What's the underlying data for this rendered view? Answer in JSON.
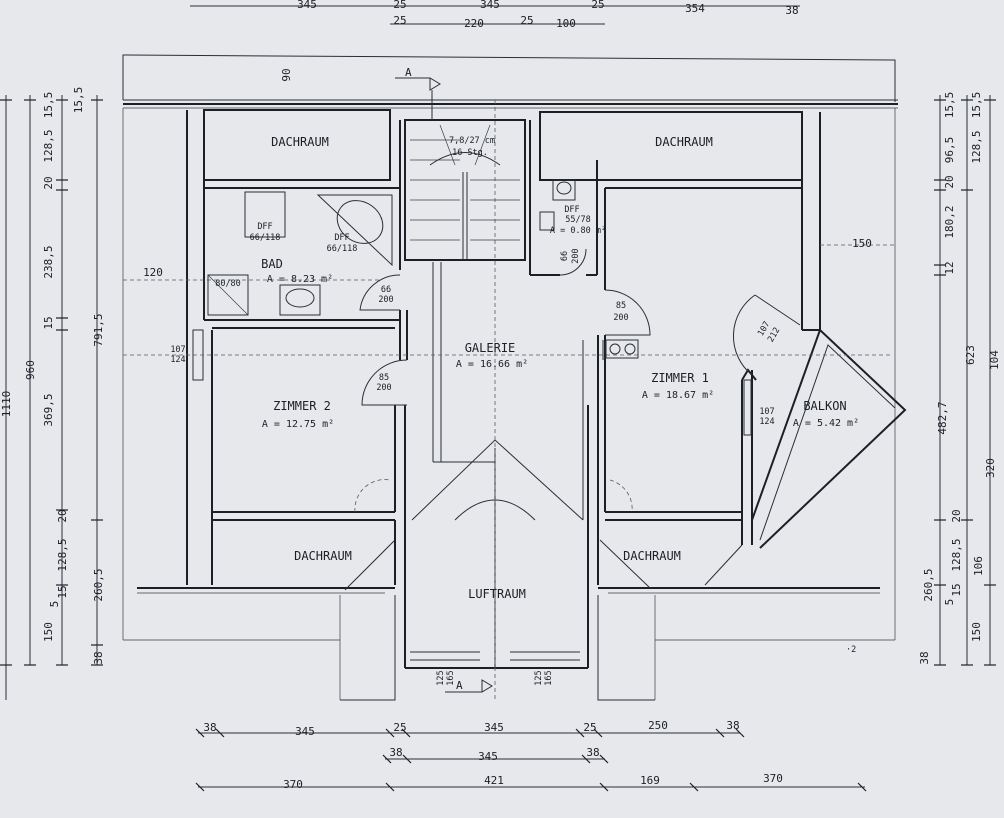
{
  "rooms": {
    "dachraum_top_left": {
      "name": "DACHRAUM"
    },
    "dachraum_top_right": {
      "name": "DACHRAUM"
    },
    "dachraum_bottom_left": {
      "name": "DACHRAUM"
    },
    "dachraum_bottom_right": {
      "name": "DACHRAUM"
    },
    "bad": {
      "name": "BAD",
      "area": "A = 8.23 m²"
    },
    "galerie": {
      "name": "GALERIE",
      "area": "A = 16.66 m²"
    },
    "zimmer1": {
      "name": "ZIMMER 1",
      "area": "A = 18.67 m²"
    },
    "zimmer2": {
      "name": "ZIMMER 2",
      "area": "A = 12.75 m²"
    },
    "balkon": {
      "name": "BALKON",
      "area": "A = 5.42 m²"
    },
    "luftraum": {
      "name": "LUFTRAUM"
    }
  },
  "stairs": {
    "rise": "7,8/27 cm",
    "steps": "16 Stg."
  },
  "section_marker": "A",
  "corner_mark": "·2",
  "annotations": {
    "dff_bad_1": {
      "l1": "DFF",
      "l2": "66/118"
    },
    "dff_bad_2": {
      "l1": "DFF",
      "l2": "66/118"
    },
    "dff_wc": {
      "l1": "DFF",
      "l2": "55/78",
      "l3": "A = 0.80 m²"
    },
    "shower": "80/80",
    "door_wc": {
      "w": "66",
      "h": "200"
    },
    "door_bad": {
      "w": "66",
      "h": "200"
    },
    "door_galerie_right": {
      "w": "85",
      "h": "200"
    },
    "door_zimmer2": {
      "w": "85",
      "h": "200"
    },
    "door_balkon": {
      "w": "107",
      "h": "212"
    },
    "win_zimmer2": {
      "w": "107",
      "h": "124"
    },
    "win_zimmer1": {
      "w": "107",
      "h": "124"
    },
    "win_bottom_left": {
      "w": "125",
      "h": "165"
    },
    "win_bottom_right": {
      "w": "125",
      "h": "165"
    },
    "dim_90": "90",
    "dim_120": "120",
    "dim_150": "150"
  },
  "dims": {
    "top": [
      "345",
      "345",
      "354",
      "38",
      "25",
      "25",
      "220",
      "25",
      "100",
      "25"
    ],
    "bottom1": [
      "38",
      "345",
      "25",
      "345",
      "25",
      "250",
      "38"
    ],
    "bottom2": [
      "38",
      "345",
      "38"
    ],
    "bottom3": [
      "370",
      "421",
      "169",
      "370"
    ],
    "left_outer": [
      "1110"
    ],
    "left_2": [
      "960"
    ],
    "left_3": [
      "15,5",
      "128,5",
      "20",
      "238,5",
      "15",
      "369,5",
      "20",
      "128,5",
      "15",
      "5",
      "150"
    ],
    "left_4": [
      "15,5",
      "791,5",
      "260,5",
      "38"
    ],
    "right_1": [
      "15,5",
      "96,5",
      "20",
      "180,2",
      "12",
      "482,7",
      "20",
      "128,5",
      "15",
      "5",
      "150",
      "38"
    ],
    "right_2": [
      "15,5",
      "128,5",
      "623",
      "260,5",
      "106"
    ],
    "right_3": [
      "104",
      "320"
    ]
  }
}
